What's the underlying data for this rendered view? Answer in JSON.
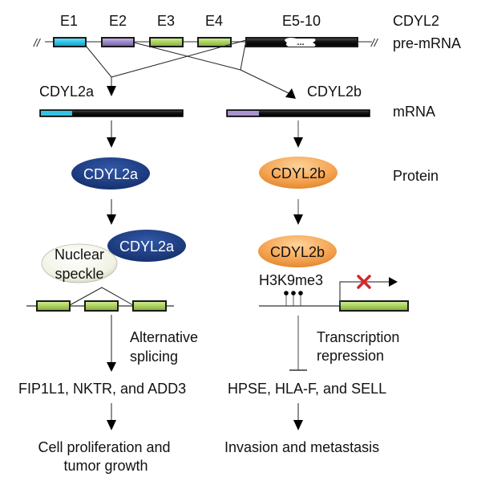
{
  "figure": {
    "pre_mrna": {
      "gene": "CDYL2",
      "label": "pre-mRNA",
      "break_mark": "//",
      "exons": [
        {
          "label": "E1",
          "color": "#2ec4ea"
        },
        {
          "label": "E2",
          "color": "#9b86c8"
        },
        {
          "label": "E3",
          "color": "#a9d35c"
        },
        {
          "label": "E4",
          "color": "#a9d35c"
        },
        {
          "label": "E5-10",
          "color": "#111111",
          "gap_text": "..."
        }
      ]
    },
    "splice_junctions": [
      {
        "from": "E1",
        "to": "E5-10",
        "product": "CDYL2a"
      },
      {
        "from": "E2",
        "to": "E5-10",
        "product": "CDYL2b"
      }
    ],
    "row_labels": {
      "mrna": "mRNA",
      "protein": "Protein"
    },
    "isoforms": [
      {
        "name": "CDYL2a",
        "mrna_first_exon_color": "#35c1e4",
        "protein_color": "#1c3f87"
      },
      {
        "name": "CDYL2b",
        "mrna_first_exon_color": "#a993cf",
        "protein_color": "#f39b45"
      }
    ],
    "left_pathway": {
      "protein": "CDYL2a",
      "partner_lines": [
        "Nuclear",
        "speckle"
      ],
      "process_lines": [
        "Alternative",
        "splicing"
      ],
      "targets": "FIP1L1, NKTR, and ADD3",
      "outcome_lines": [
        "Cell proliferation and",
        "tumor growth"
      ]
    },
    "right_pathway": {
      "protein": "CDYL2b",
      "histone_mark": "H3K9me3",
      "blocked_icon": "red-x",
      "process_lines": [
        "Transcription",
        "repression"
      ],
      "targets": "HPSE, HLA-F, and SELL",
      "outcome": "Invasion and metastasis"
    },
    "colors": {
      "exon_green": "#a9d35c",
      "block_red": "#d2282c",
      "speckle": "#f1f2e4"
    }
  }
}
